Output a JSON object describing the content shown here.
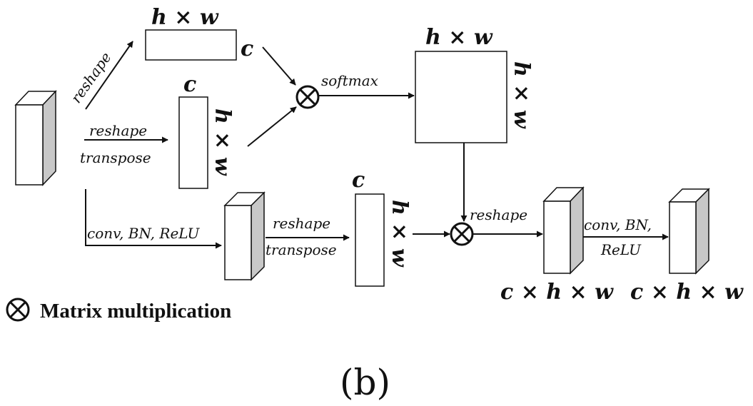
{
  "labels": {
    "reshape_top": "reshape",
    "reshape_mid": "reshape",
    "transpose_mid": "transpose",
    "softmax": "softmax",
    "conv_bn_relu_1": "conv, BN, ReLU",
    "reshape_bottom": "reshape",
    "transpose_bottom": "transpose",
    "reshape_right": "reshape",
    "conv_bn_2": "conv, BN,",
    "relu_2": "ReLU"
  },
  "dims": {
    "top_box_top": "h × w",
    "top_box_right": "c",
    "mid_box_top": "c",
    "mid_box_side": "h × w",
    "attention_top": "h × w",
    "attention_side": "h × w",
    "bottom_box_top": "c",
    "bottom_box_side": "h × w",
    "output1": "c × h × w",
    "output2": "c × h × w"
  },
  "legend": {
    "symbol": "⊗",
    "text": "Matrix multiplication"
  },
  "caption": "(b)",
  "colors": {
    "line": "#111111",
    "side_face": "#c8c8c8"
  }
}
